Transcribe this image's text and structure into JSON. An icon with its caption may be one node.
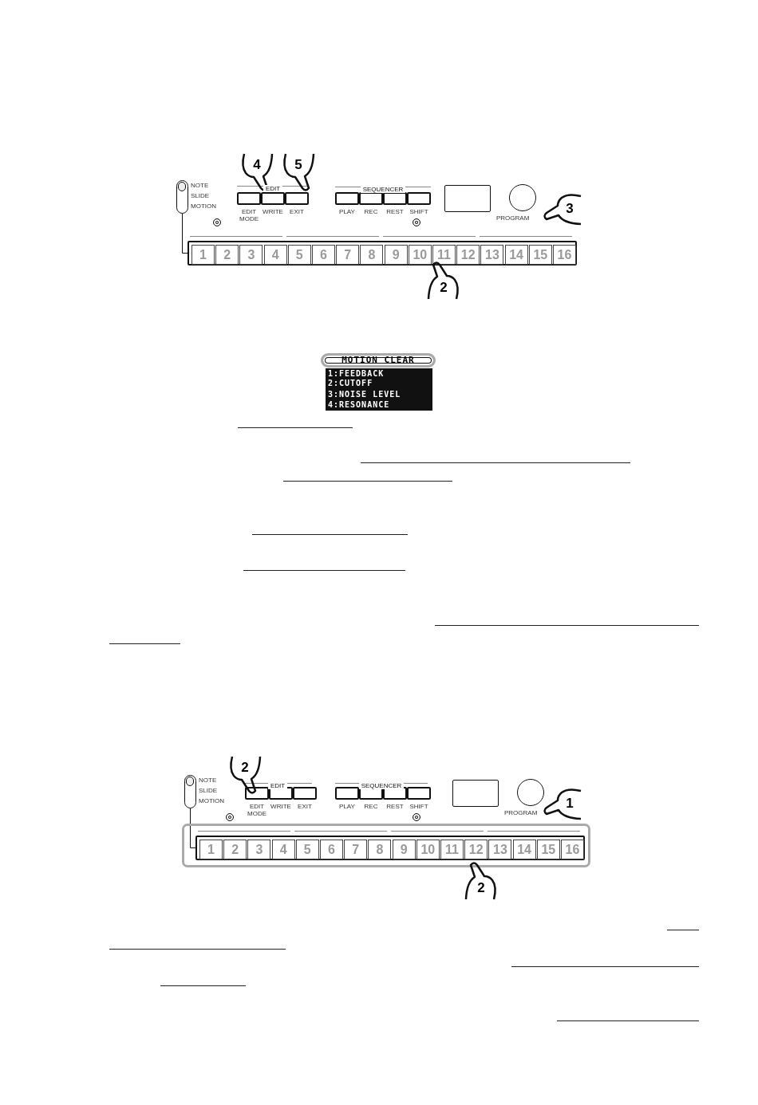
{
  "diagram": {
    "nodes": [
      {
        "text": [],
        "shape": "box",
        "beside": [
          "NOTE",
          "SLIDE",
          "MOTION"
        ]
      },
      {
        "text": [],
        "shape": "box",
        "beside": [
          "EDIT MODE"
        ]
      },
      {
        "text": [],
        "shape": "box",
        "beside": [
          "WRITE"
        ]
      },
      {
        "text": [],
        "shape": "box",
        "beside": [
          "EXIT"
        ]
      },
      {
        "text": [],
        "shape": "box",
        "beside": [
          "PLAY"
        ]
      },
      {
        "text": [],
        "shape": "box",
        "beside": [
          "REC"
        ]
      },
      {
        "text": [],
        "shape": "box",
        "beside": [
          "REST"
        ]
      },
      {
        "text": [],
        "shape": "box",
        "beside": [
          "SHIFT"
        ]
      },
      {
        "text": [],
        "shape": "box"
      },
      {
        "text": [],
        "shape": "circle",
        "beside": [
          "PROGRAM"
        ]
      },
      {
        "text": [],
        "shape": "bar"
      },
      {
        "text": [
          "1"
        ],
        "in": 10
      },
      {
        "text": [
          "2"
        ],
        "in": 10
      },
      {
        "text": [
          "3"
        ],
        "in": 10
      },
      {
        "text": [
          "4"
        ],
        "in": 10
      },
      {
        "text": [
          "5"
        ],
        "in": 10
      },
      {
        "text": [
          "6"
        ],
        "in": 10
      },
      {
        "text": [
          "7"
        ],
        "in": 10
      },
      {
        "text": [
          "8"
        ],
        "in": 10
      },
      {
        "text": [
          "9"
        ],
        "in": 10
      },
      {
        "text": [
          "10"
        ],
        "in": 10
      },
      {
        "text": [
          "11"
        ],
        "in": 10
      },
      {
        "text": [
          "12"
        ],
        "in": 10
      },
      {
        "text": [
          "13"
        ],
        "in": 10
      },
      {
        "text": [
          "14"
        ],
        "in": 10
      },
      {
        "text": [
          "15"
        ],
        "in": 10
      },
      {
        "text": [
          "16"
        ],
        "in": 10
      },
      {
        "text": [
          "MOTION CLEAR",
          "1:FEEDBACK",
          "2:CUTOFF",
          "3:NOISE LEVEL",
          "4:RESONANCE"
        ]
      },
      {
        "text": [],
        "shape": "box",
        "beside": [
          "NOTE",
          "SLIDE",
          "MOTION"
        ]
      },
      {
        "text": [],
        "shape": "box",
        "beside": [
          "EDIT MODE"
        ]
      },
      {
        "text": [],
        "shape": "box",
        "beside": [
          "WRITE"
        ]
      },
      {
        "text": [],
        "shape": "box",
        "beside": [
          "EXIT"
        ]
      },
      {
        "text": [],
        "shape": "box",
        "beside": [
          "PLAY"
        ]
      },
      {
        "text": [],
        "shape": "box",
        "beside": [
          "REC"
        ]
      },
      {
        "text": [],
        "shape": "box",
        "beside": [
          "REST"
        ]
      },
      {
        "text": [],
        "shape": "box",
        "beside": [
          "SHIFT"
        ]
      },
      {
        "text": [],
        "shape": "box"
      },
      {
        "text": [],
        "shape": "circle",
        "beside": [
          "PROGRAM"
        ]
      },
      {
        "text": [],
        "shape": "bar"
      },
      {
        "text": [
          "1"
        ],
        "in": 38
      },
      {
        "text": [
          "2"
        ],
        "in": 38
      },
      {
        "text": [
          "3"
        ],
        "in": 38
      },
      {
        "text": [
          "4"
        ],
        "in": 38
      },
      {
        "text": [
          "5"
        ],
        "in": 38
      },
      {
        "text": [
          "6"
        ],
        "in": 38
      },
      {
        "text": [
          "7"
        ],
        "in": 38
      },
      {
        "text": [
          "8"
        ],
        "in": 38
      },
      {
        "text": [
          "9"
        ],
        "in": 38
      },
      {
        "text": [
          "10"
        ],
        "in": 38
      },
      {
        "text": [
          "11"
        ],
        "in": 38
      },
      {
        "text": [
          "12"
        ],
        "in": 38
      },
      {
        "text": [
          "13"
        ],
        "in": 38
      },
      {
        "text": [
          "14"
        ],
        "in": 38
      },
      {
        "text": [
          "15"
        ],
        "in": 38
      },
      {
        "text": [
          "16"
        ],
        "in": 38
      }
    ],
    "edges": [
      {
        "from": 0,
        "to": 10,
        "arrow": "none"
      },
      {
        "from": 28,
        "to": 38,
        "arrow": "none"
      }
    ],
    "labels": [
      "4",
      "5",
      "EDIT",
      "SEQUENCER",
      "3",
      "2",
      "2",
      "EDIT",
      "SEQUENCER",
      "1",
      "2"
    ]
  }
}
